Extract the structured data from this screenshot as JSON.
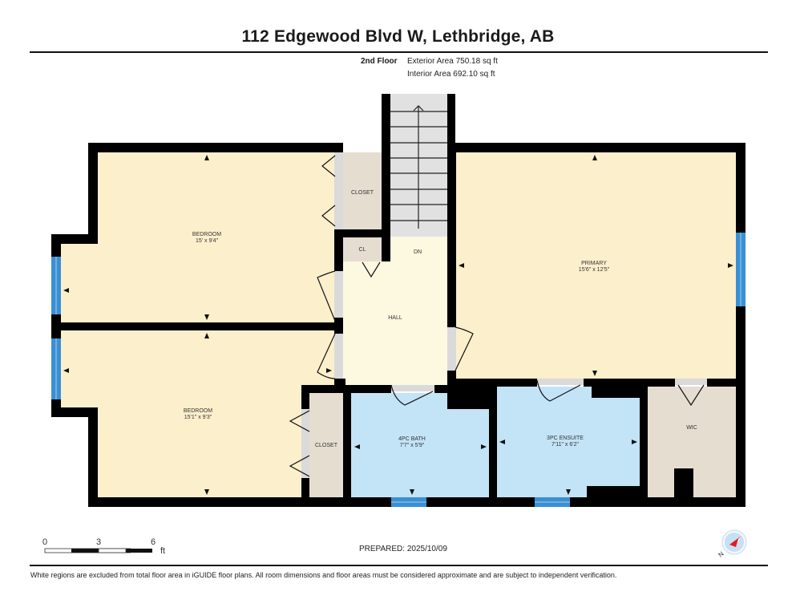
{
  "header": {
    "title": "112 Edgewood Blvd W, Lethbridge, AB",
    "floor": "2nd Floor",
    "exterior_area": "Exterior Area 750.18 sq ft",
    "interior_area": "Interior Area 692.10 sq ft"
  },
  "rooms": {
    "bedroom_1": {
      "name": "BEDROOM",
      "dims": "15' x 9'4\""
    },
    "bedroom_2": {
      "name": "BEDROOM",
      "dims": "15'1\" x 9'3\""
    },
    "primary": {
      "name": "PRIMARY",
      "dims": "15'6\" x 12'5\""
    },
    "closet_1": {
      "name": "CLOSET"
    },
    "closet_2": {
      "name": "CLOSET"
    },
    "cl": {
      "name": "CL"
    },
    "stairs": {
      "name": "DN"
    },
    "hall": {
      "name": "HALL"
    },
    "bath": {
      "name": "4PC BATH",
      "dims": "7'7\" x 5'9\""
    },
    "ensuite": {
      "name": "3PC ENSUITE",
      "dims": "7'11\" x 6'2\""
    },
    "wic": {
      "name": "WIC"
    }
  },
  "colors": {
    "bedroom": "#fcefcc",
    "hall": "#fdf8e0",
    "bath": "#c3e3f7",
    "closet": "#e5ddd0",
    "stairs": "#e1e1e1",
    "wall": "#000000",
    "window": "#3b8fd3"
  },
  "scale": {
    "labels": [
      "0",
      "3",
      "6"
    ],
    "unit": "ft"
  },
  "footer": {
    "prepared": "PREPARED: 2025/10/09",
    "disclaimer": "White regions are excluded from total floor area in iGUIDE floor plans. All room dimensions and floor areas must be considered approximate and are subject to independent verification."
  },
  "compass": {
    "label": "N"
  }
}
